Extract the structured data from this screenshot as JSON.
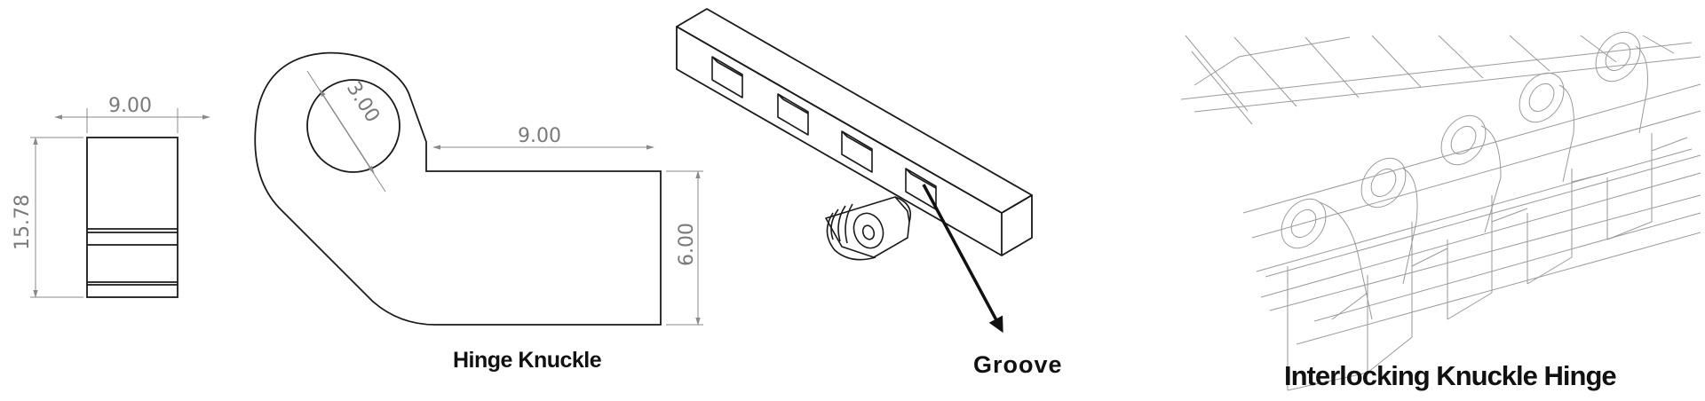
{
  "front_view": {
    "width_label": "9.00",
    "height_label": "15.78"
  },
  "side_view": {
    "hole_diameter_label": "3.00",
    "top_length_label": "9.00",
    "leg_height_label": "6.00"
  },
  "captions": {
    "hinge_knuckle": "Hinge Knuckle",
    "groove": "Groove",
    "interlocking_hinge": "Interlocking Knuckle Hinge"
  },
  "colors": {
    "outline": "#1a1a1a",
    "dimension": "#8a8a8a",
    "wireframe": "#9a9a9a",
    "caption": "#111111"
  }
}
